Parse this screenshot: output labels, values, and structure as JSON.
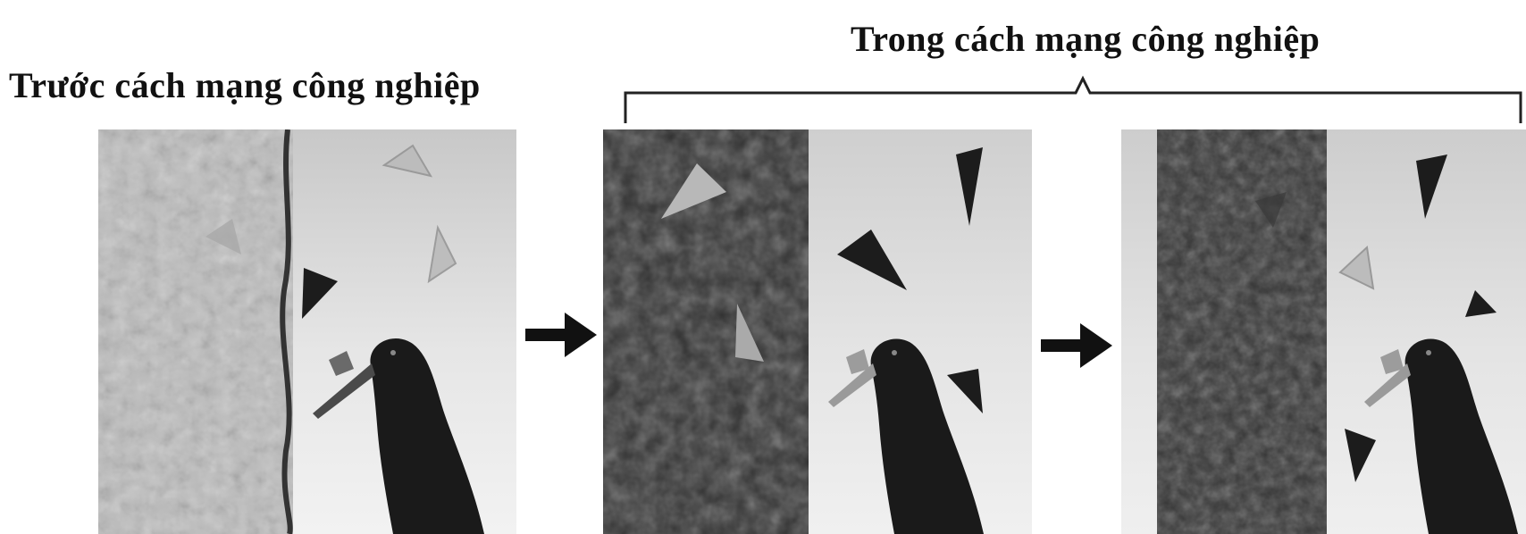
{
  "captions": {
    "before": "Trước cách mạng công nghiệp",
    "during": "Trong cách mạng công nghiệp"
  },
  "colors": {
    "light_bark": "#b9b9b9",
    "dark_bark": "#2e2e2e",
    "background": "#d8d8d8",
    "dark_moth": "#1c1c1c",
    "light_moth": "#aaaaaa",
    "bird": "#1a1a1a"
  },
  "panels": [
    {
      "name": "before-industrial-revolution",
      "bark": "light",
      "light_moths": 3,
      "dark_moths": 1
    },
    {
      "name": "during-industrial-revolution-early",
      "bark": "dark",
      "light_moths": 2,
      "dark_moths": 3
    },
    {
      "name": "during-industrial-revolution-late",
      "bark": "dark",
      "light_moths": 1,
      "dark_moths": 4
    }
  ]
}
